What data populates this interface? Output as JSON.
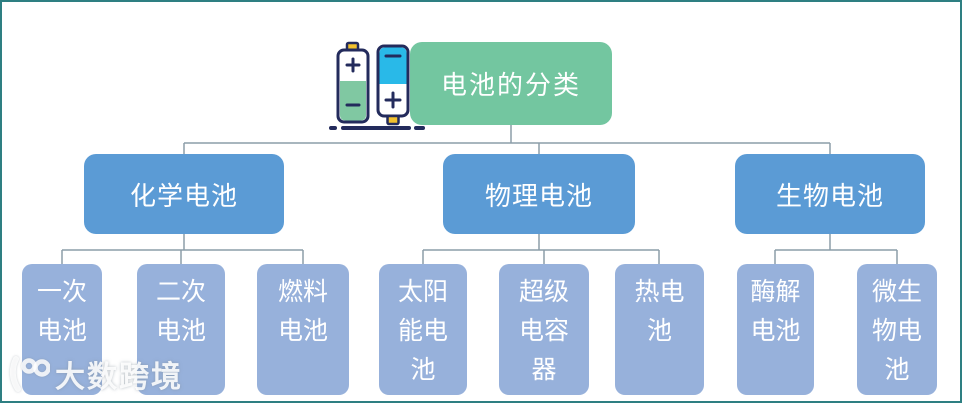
{
  "frame": {
    "background": "#FFFFFF",
    "border_color": "#2E7F82"
  },
  "diagram": {
    "type": "tree",
    "root": {
      "label": "电池的分类",
      "color": "#73C6A0"
    },
    "branches": [
      {
        "label": "化学电池",
        "children": [
          {
            "label": "一次电池"
          },
          {
            "label": "二次电池"
          },
          {
            "label": "燃料电池"
          }
        ]
      },
      {
        "label": "物理电池",
        "children": [
          {
            "label": "太阳能电池"
          },
          {
            "label": "超级电容器"
          },
          {
            "label": "热电池"
          }
        ]
      },
      {
        "label": "生物电池",
        "children": [
          {
            "label": "酶解电池"
          },
          {
            "label": "微生物电池"
          }
        ]
      }
    ],
    "colors": {
      "branch_box": "#5B9BD5",
      "leaf_box": "#97B1DB",
      "connector": "#8C9DA9",
      "node_text": "#FFFFFF"
    }
  },
  "icons": {
    "battery": "dual-battery-icon",
    "battery_colors": {
      "outline": "#232B5C",
      "cyan_cell": "#29B9E8",
      "green_cell": "#80C8A2",
      "terminal_cap": "#F2C12E"
    },
    "watermark_logo": "dashu-kuajing-logo-icon"
  },
  "watermark": {
    "text": "大数跨境"
  }
}
